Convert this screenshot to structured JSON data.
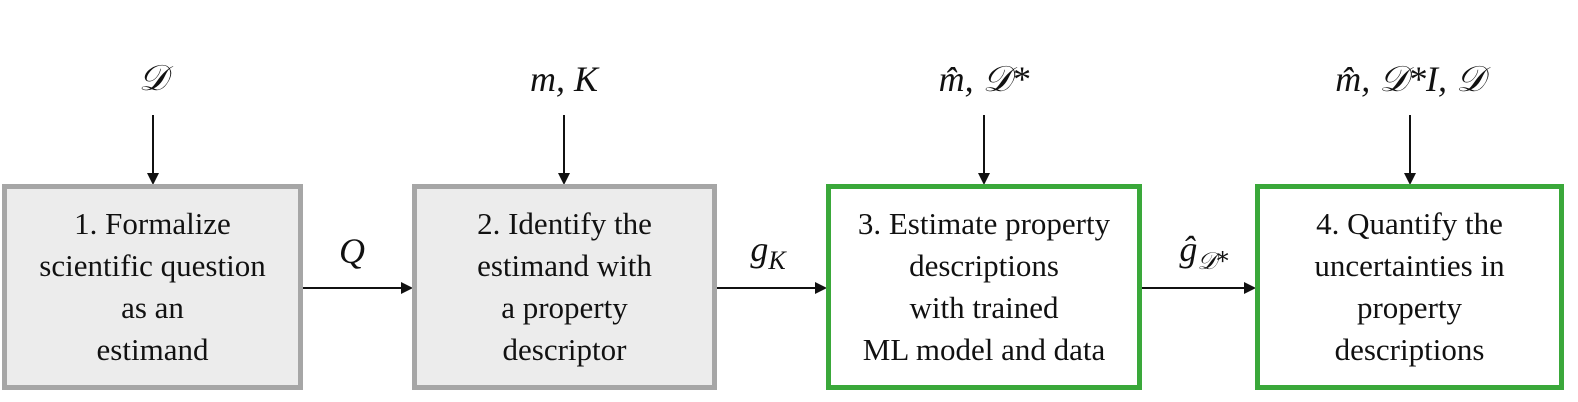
{
  "steps": [
    {
      "label": "1. Formalize\nscientific question\nas an\nestimand",
      "input": "𝒟",
      "style": "gray"
    },
    {
      "label": "2. Identify the\nestimand with\na property\ndescriptor",
      "input": "m, K",
      "style": "gray"
    },
    {
      "label": "3. Estimate property\ndescriptions\nwith trained\nML model and data",
      "input": "m̂, 𝒟*",
      "style": "green"
    },
    {
      "label": "4.  Quantify the\nuncertainties in\nproperty\ndescriptions",
      "input": "m̂, 𝒟*I, 𝒟",
      "style": "green"
    }
  ],
  "edges": [
    {
      "from": 1,
      "to": 2,
      "label": "Q"
    },
    {
      "from": 2,
      "to": 3,
      "label": "g_K",
      "main": "g",
      "sub": "K"
    },
    {
      "from": 3,
      "to": 4,
      "label": "ĝ_𝒟*",
      "main": "ĝ",
      "sub": "𝒟*"
    }
  ],
  "colors": {
    "gray_border": "#a6a6a6",
    "gray_fill": "#ececec",
    "green_border": "#3aa83a"
  }
}
